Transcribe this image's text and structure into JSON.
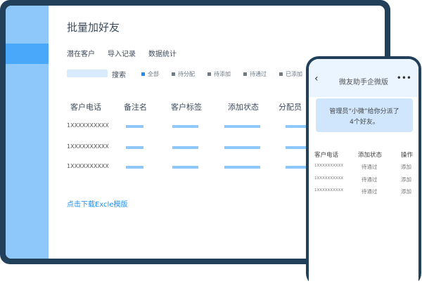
{
  "desktop": {
    "title": "批量加好友",
    "tabs": [
      "潜在客户",
      "导入记录",
      "数据统计"
    ],
    "search_label": "搜索",
    "filters": [
      "全部",
      "待分配",
      "待添加",
      "待通过",
      "已添加"
    ],
    "columns": [
      "客户电话",
      "备注名",
      "客户标签",
      "添加状态",
      "分配员"
    ],
    "rows": [
      "1XXXXXXXXXX",
      "1XXXXXXXXXX",
      "1XXXXXXXXXX"
    ],
    "download_link": "点击下载Excle模版"
  },
  "phone": {
    "title": "微友助手企微版",
    "message_line1": "管理员“小微”给你分派了",
    "message_line2": "4个好友。",
    "columns": [
      "客户电话",
      "添加状态",
      "操作"
    ],
    "rows": [
      {
        "phone": "1XXXXXXXXXX",
        "status": "待通过",
        "action": "添加"
      },
      {
        "phone": "1XXXXXXXXXX",
        "status": "待通过",
        "action": "添加"
      },
      {
        "phone": "1XXXXXXXXXX",
        "status": "待通过",
        "action": "添加"
      }
    ]
  },
  "colors": {
    "accent": "#1f8ff5",
    "frame": "#23405a",
    "sidebar": "#8ec8fb"
  }
}
